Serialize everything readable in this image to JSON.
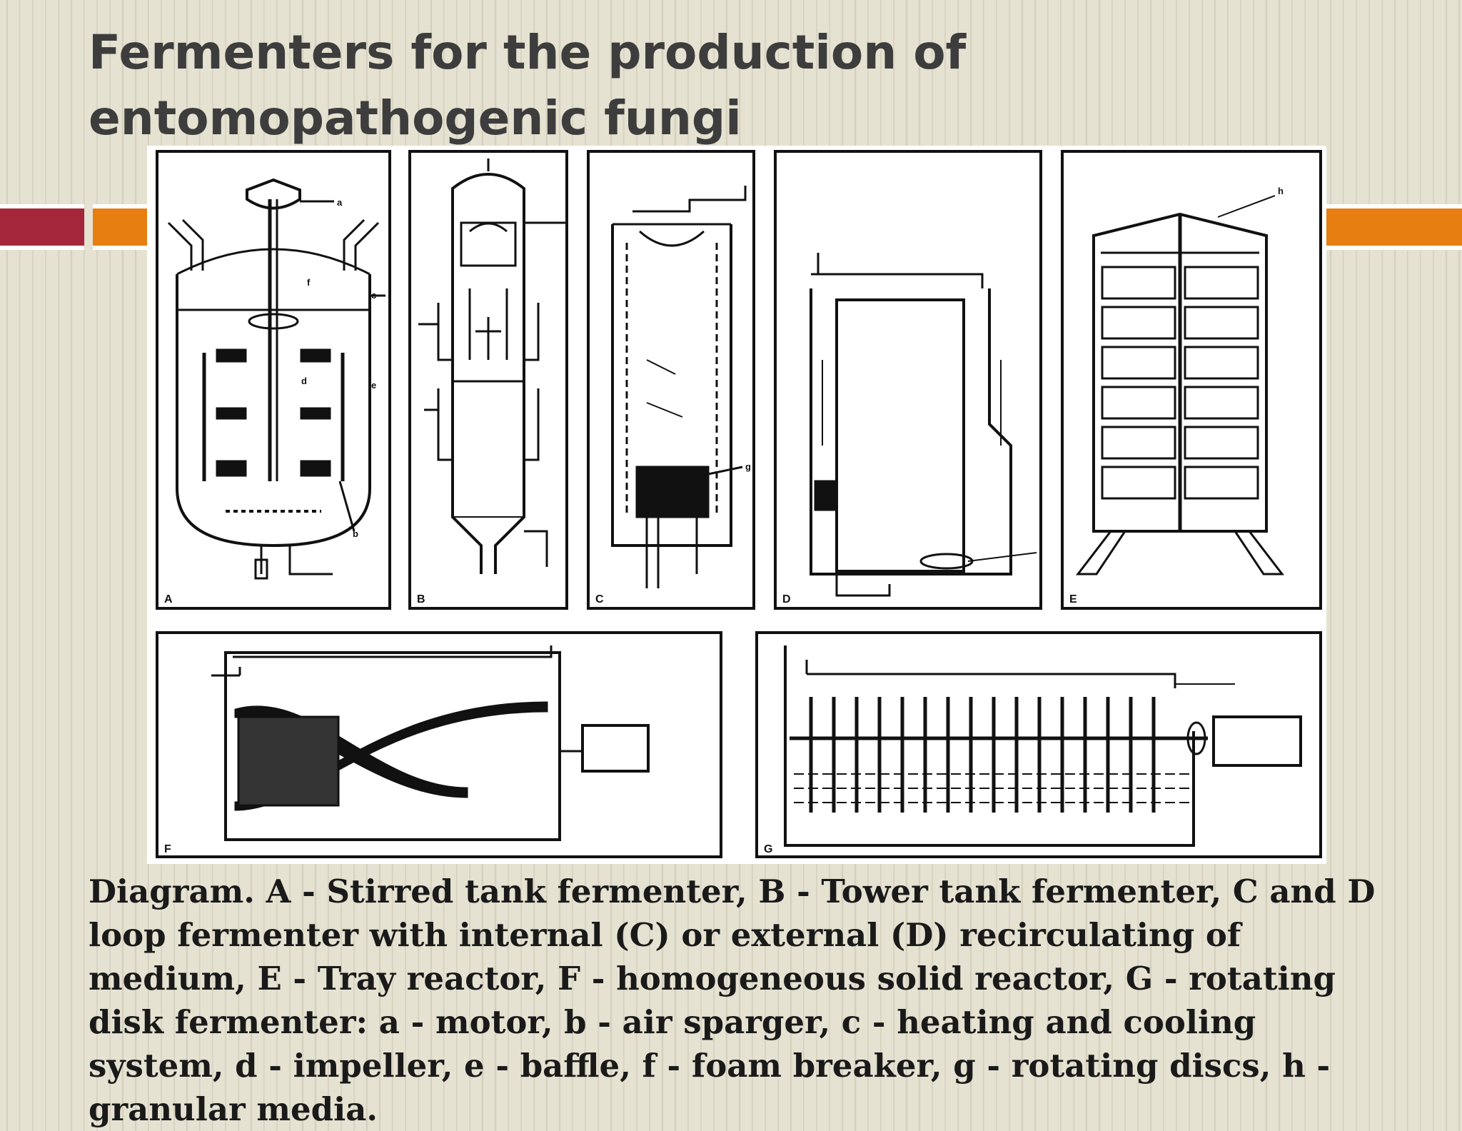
{
  "slide": {
    "title": "Fermenters for the production of entomopathogenic fungi",
    "caption": "Diagram. A - Stirred tank fermenter, B - Tower tank fermenter, C and D loop fermenter with internal (C) or external (D) recirculating of medium, E - Tray reactor, F - homogeneous solid reactor, G - rotating disk fermenter: a - motor, b - air sparger, c - heating and cooling system, d - impeller, e - baffle, f - foam breaker, g - rotating discs, h - granular media."
  },
  "figure": {
    "panels": [
      {
        "letter": "A"
      },
      {
        "letter": "B"
      },
      {
        "letter": "C"
      },
      {
        "letter": "D"
      },
      {
        "letter": "E"
      },
      {
        "letter": "F"
      },
      {
        "letter": "G"
      }
    ],
    "callouts": [
      "a",
      "b",
      "c",
      "d",
      "e",
      "f",
      "g",
      "h"
    ]
  },
  "colors": {
    "title": "#3d3d3d",
    "accent_red": "#a3263b",
    "accent_orange": "#e77e12",
    "line": "#111111"
  }
}
